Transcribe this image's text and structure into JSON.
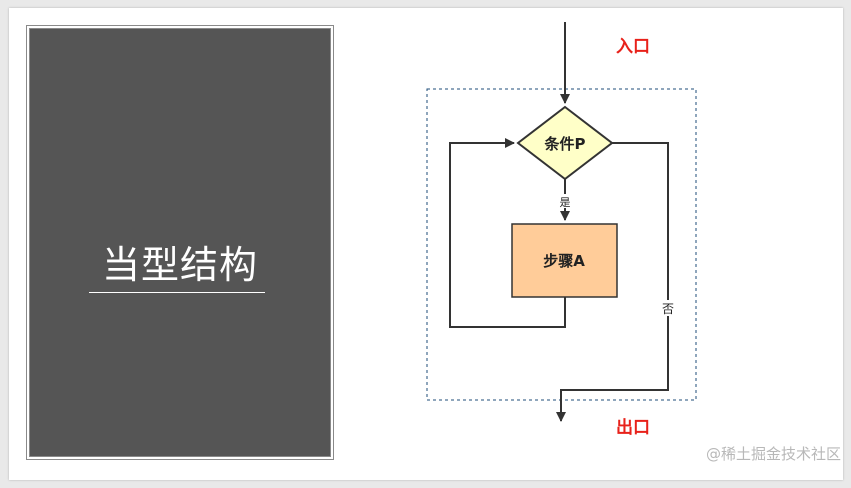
{
  "left_panel": {
    "title": "当型结构"
  },
  "flowchart": {
    "entry_label": "入口",
    "exit_label": "出口",
    "condition_label": "条件P",
    "step_label": "步骤A",
    "yes_label": "是",
    "no_label": "否"
  },
  "watermark": "@稀土掘金技术社区",
  "colors": {
    "panel_bg": "#555555",
    "label_red": "#e8211a",
    "diamond_fill": "#ffffc8",
    "step_fill": "#ffcc99",
    "frame_dash": "#1f4e79",
    "line": "#333333"
  }
}
